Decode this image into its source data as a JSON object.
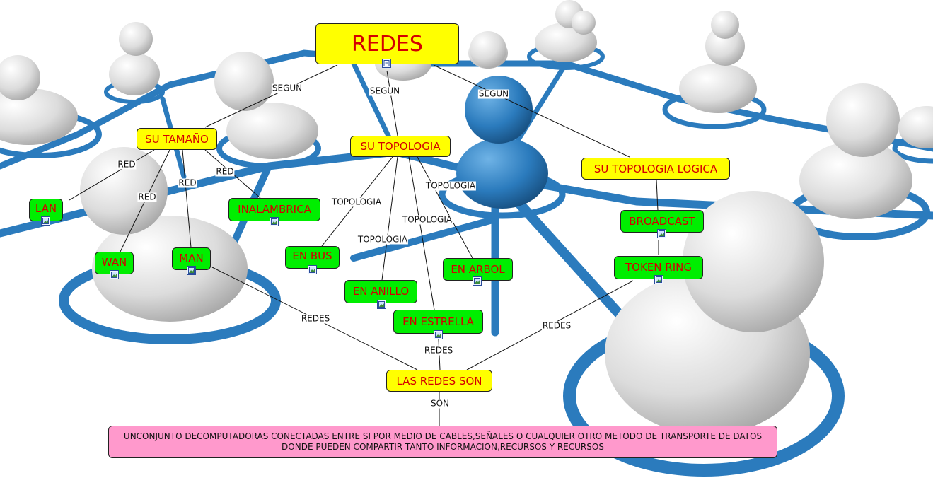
{
  "nodes": {
    "redes": "REDES",
    "su_tamano": "SU TAMAÑO",
    "su_topologia": "SU TOPOLOGIA",
    "su_topologia_logica": "SU TOPOLOGIA LOGICA",
    "lan": "LAN",
    "wan": "WAN",
    "man": "MAN",
    "inalambrica": "INALAMBRICA",
    "en_bus": "EN BUS",
    "en_anillo": "EN ANILLO",
    "en_estrella": "EN ESTRELLA",
    "en_arbol": "EN ARBOL",
    "broadcast": "BROADCAST",
    "token_ring": "TOKEN RING",
    "las_redes_son": "LAS REDES SON",
    "definicion": "UNCONJUNTO DECOMPUTADORAS CONECTADAS ENTRE SI POR MEDIO DE CABLES,SEÑALES O CUALQUIER OTRO METODO DE TRANSPORTE DE DATOS DONDE PUEDEN COMPARTIR TANTO INFORMACION,RECURSOS Y RECURSOS"
  },
  "linking_phrases": {
    "segun_1": "SEGUN",
    "segun_2": "SEGUN",
    "segun_3": "SEGUN",
    "red_1": "RED",
    "red_2": "RED",
    "red_3": "RED",
    "red_4": "RED",
    "topologia_1": "TOPOLOGIA",
    "topologia_2": "TOPOLOGIA",
    "topologia_3": "TOPOLOGIA",
    "topologia_4": "TOPOLOGIA",
    "redes_1": "REDES",
    "redes_2": "REDES",
    "redes_3": "REDES",
    "son": "SON"
  },
  "colors": {
    "concept_primary": "#ffff00",
    "concept_leaf": "#00ee00",
    "definition": "#ff99cc",
    "text": "#d40000",
    "network_blue": "#2b7bbd"
  },
  "icons": {
    "document": "document-icon",
    "image": "image-icon"
  }
}
